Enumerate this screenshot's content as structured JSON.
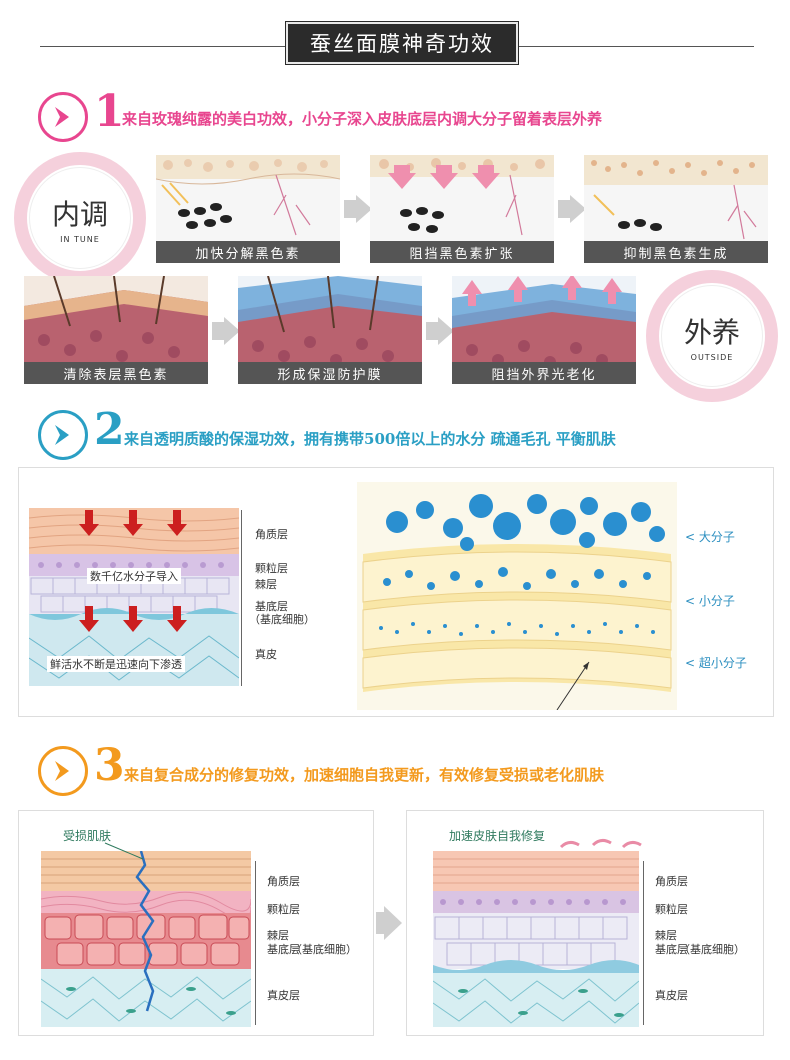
{
  "header": {
    "title": "蚕丝面膜神奇功效"
  },
  "section1": {
    "number": "1",
    "text": "来自玫瑰纯露的美白功效，小分子深入皮肤底层内调大分子留着表层外养",
    "accent": "#e8468f",
    "tint": "#f3a1c3",
    "inner_ring": {
      "zh": "内调",
      "en": "IN TUNE"
    },
    "outer_ring": {
      "zh": "外养",
      "en": "OUTSIDE"
    },
    "row1": [
      "加快分解黑色素",
      "阻挡黑色素扩张",
      "抑制黑色素生成"
    ],
    "row2": [
      "清除表层黑色素",
      "形成保湿防护膜",
      "阻挡外界光老化"
    ]
  },
  "section2": {
    "number": "2",
    "text": "来自透明质酸的保湿功效，拥有携带500倍以上的水分 疏通毛孔 平衡肌肤",
    "accent": "#2a9fc4",
    "layers": [
      "角质层",
      "颗粒层",
      "棘层",
      "基底层",
      "（基底细胞）",
      "真皮"
    ],
    "inner_labels": [
      "数千亿水分子导入",
      "鲜活水不断是迅速向下渗透"
    ],
    "molecules": [
      "< 大分子",
      "< 小分子",
      "< 超小分子"
    ]
  },
  "section3": {
    "number": "3",
    "text": "来自复合成分的修复功效，加速细胞自我更新，有效修复受损或老化肌肤",
    "accent": "#f39a1e",
    "left_callout": "受损肌肤",
    "right_callout": "加速皮肤自我修复",
    "layers": [
      "角质层",
      "颗粒层",
      "棘层",
      "基底层",
      "（基底细胞）",
      "真皮层"
    ]
  }
}
